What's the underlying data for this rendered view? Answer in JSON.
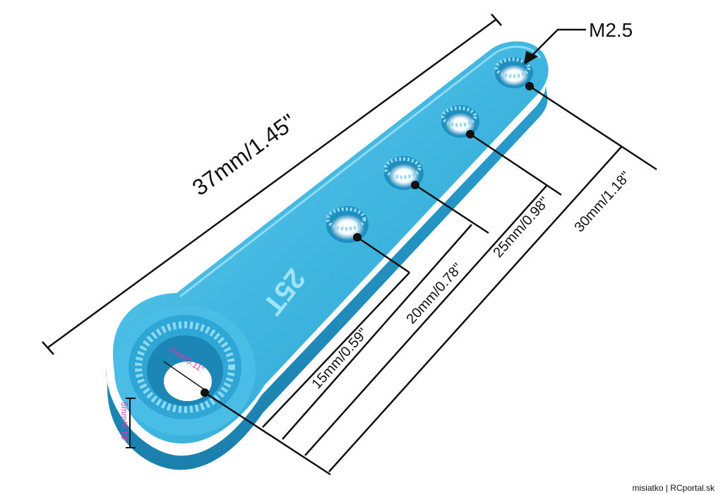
{
  "labels": {
    "thread": "M2.5",
    "overall_length": "37mm/1.45\"",
    "hole_1": "15mm/0.59\"",
    "hole_2": "20mm/0.78\"",
    "hole_3": "25mm/0.98\"",
    "hole_4": "30mm/1.18\"",
    "spline_count": "25T",
    "hub_small_a": "3mm/0.11\"",
    "hub_small_b": "5mm/0.19\""
  },
  "credit": "misiatko | RCportal.sk",
  "colors": {
    "arm": "#3fb6e0",
    "arm_dark": "#1d8fbf",
    "arm_light": "#8ddcf5",
    "line": "#111111",
    "pink": "#d63fa8"
  }
}
